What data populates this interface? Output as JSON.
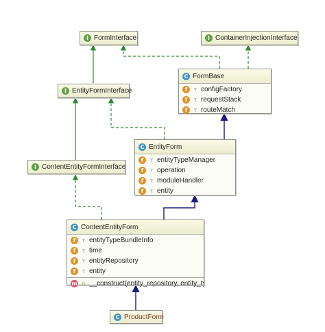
{
  "colors": {
    "implements_edge": "#2f8a2f",
    "extends_edge": "#1a1a80",
    "accent": "#3f94c9"
  },
  "icons": {
    "interface": "I",
    "class": "C",
    "field": "f",
    "method": "m",
    "protected": "ᴛ",
    "public": "ᴑ"
  },
  "nodes": {
    "form_interface": {
      "title": "FormInterface"
    },
    "container_injection_interface": {
      "title": "ContainerInjectionInterface"
    },
    "entity_form_interface": {
      "title": "EntityFormInterface"
    },
    "content_entity_form_interface": {
      "title": "ContentEntityFormInterface"
    },
    "form_base": {
      "title": "FormBase",
      "fields": [
        "configFactory",
        "requestStack",
        "routeMatch"
      ]
    },
    "entity_form": {
      "title": "EntityForm",
      "fields": [
        "entityTypeManager",
        "operation",
        "moduleHandler",
        "entity"
      ]
    },
    "content_entity_form": {
      "title": "ContentEntityForm",
      "fields": [
        "entityTypeBundleInfo",
        "time",
        "entityRepository",
        "entity"
      ],
      "methods": [
        "__construct(entity_repository, entity_ty"
      ]
    },
    "product_form": {
      "title": "ProductForm"
    }
  }
}
